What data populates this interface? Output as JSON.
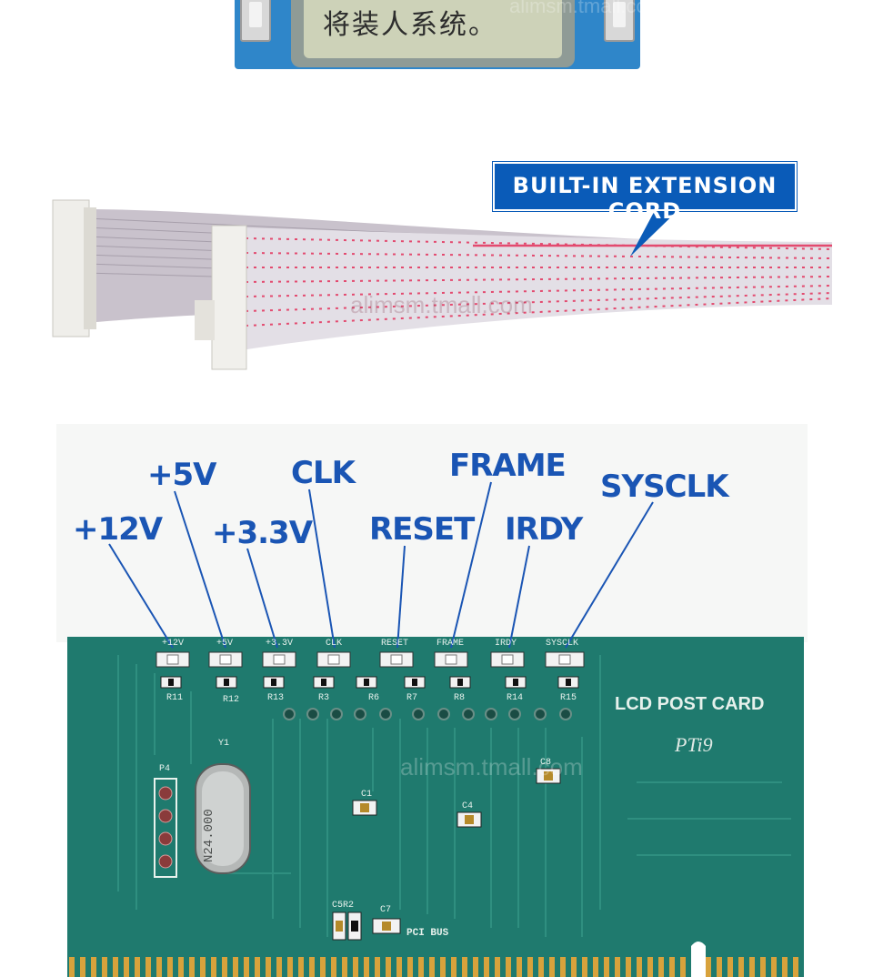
{
  "lcd": {
    "text": "将装人系统。"
  },
  "cable": {
    "callout": "BUILT-IN EXTENSION CORD"
  },
  "signals": {
    "p12v": "+12V",
    "p5v": "+5V",
    "p33v": "+3.3V",
    "clk": "CLK",
    "reset": "RESET",
    "frame": "FRAME",
    "irdy": "IRDY",
    "sysclk": "SYSCLK"
  },
  "silkscreen": {
    "led_labels": [
      "+12V",
      "+5V",
      "+3.3V",
      "CLK",
      "RESET",
      "FRAME",
      "IRDY",
      "SYSCLK"
    ],
    "resistor_labels": [
      "R11",
      "R12",
      "R13",
      "R3",
      "R6",
      "R7",
      "R8",
      "R14",
      "R15"
    ],
    "y1": "Y1",
    "crystal": "N24.000",
    "p4": "P4",
    "c1": "C1",
    "c4": "C4",
    "c8": "C8",
    "c5r2": "C5R2",
    "c7": "C7"
  },
  "board": {
    "title": "LCD POST CARD",
    "model": "PTi9",
    "bus": "PCI BUS"
  },
  "watermark": {
    "url_top": "alimsm.tmall.com",
    "url_pcb": "alimsm.tmall.com",
    "url_cable": "alimsm.tmall.com"
  },
  "colors": {
    "pcb": "#1f7a6e",
    "label_blue": "#1a55b4",
    "cable_stripe": "#e34a6f",
    "gold": "#d8a23c"
  }
}
